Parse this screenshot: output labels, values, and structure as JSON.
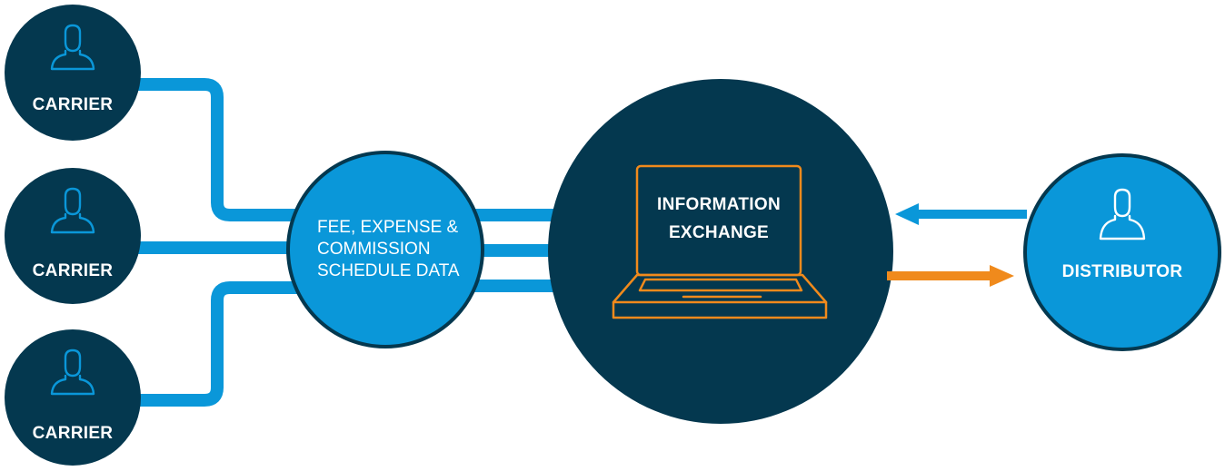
{
  "colors": {
    "dark_navy": "#04384f",
    "bright_blue": "#0a97d9",
    "orange": "#f08a1c",
    "white": "#ffffff"
  },
  "carriers": [
    {
      "label": "CARRIER",
      "icon": "person-icon"
    },
    {
      "label": "CARRIER",
      "icon": "person-icon"
    },
    {
      "label": "CARRIER",
      "icon": "person-icon"
    }
  ],
  "aggregator": {
    "lines": [
      "FEE, EXPENSE &",
      "COMMISSION",
      "SCHEDULE DATA"
    ]
  },
  "exchange": {
    "lines": [
      "INFORMATION",
      "EXCHANGE"
    ],
    "icon": "laptop-icon"
  },
  "distributor": {
    "label": "DISTRIBUTOR",
    "icon": "person-icon"
  },
  "arrows": {
    "inbound": {
      "direction": "from distributor to exchange",
      "color": "bright_blue"
    },
    "outbound": {
      "direction": "from exchange to distributor",
      "color": "orange"
    }
  }
}
